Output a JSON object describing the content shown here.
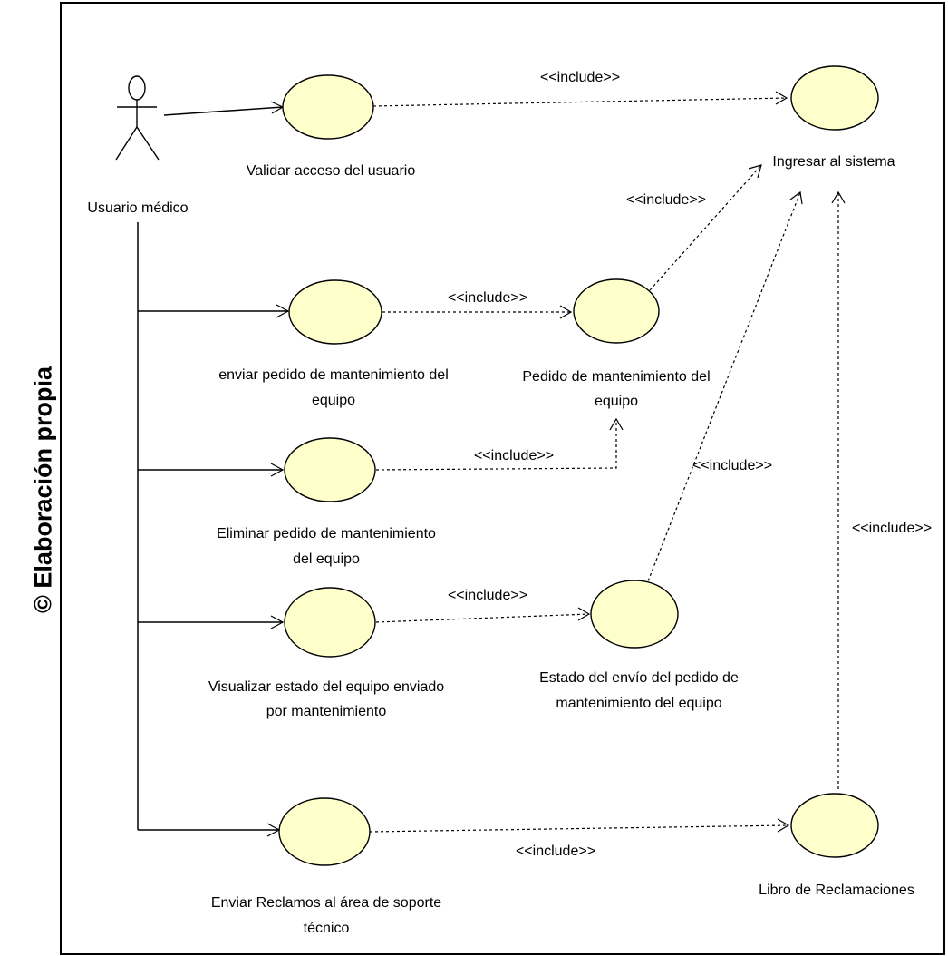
{
  "credit": "© Elaboración propia",
  "actor": {
    "name": "Usuario médico",
    "icon": "stick-figure-icon"
  },
  "use_cases": [
    {
      "id": "validar",
      "label": [
        "Validar acceso del usuario"
      ]
    },
    {
      "id": "ingresar",
      "label": [
        "Ingresar al sistema"
      ]
    },
    {
      "id": "enviar",
      "label": [
        "enviar pedido de mantenimiento del",
        "equipo"
      ]
    },
    {
      "id": "pedido",
      "label": [
        "Pedido de mantenimiento del",
        "equipo"
      ]
    },
    {
      "id": "eliminar",
      "label": [
        "Eliminar pedido de mantenimiento",
        "del equipo"
      ]
    },
    {
      "id": "visualizar",
      "label": [
        "Visualizar estado del equipo enviado",
        "por mantenimiento"
      ]
    },
    {
      "id": "estado",
      "label": [
        "Estado del envío del pedido de",
        "mantenimiento del equipo"
      ]
    },
    {
      "id": "reclamos",
      "label": [
        "Enviar Reclamos al área de soporte",
        "técnico"
      ]
    },
    {
      "id": "libro",
      "label": [
        "Libro de Reclamaciones"
      ]
    }
  ],
  "relations": [
    {
      "from": "validar",
      "to": "ingresar",
      "stereotype": "<<include>>"
    },
    {
      "from": "pedido",
      "to": "ingresar",
      "stereotype": "<<include>>"
    },
    {
      "from": "enviar",
      "to": "pedido",
      "stereotype": "<<include>>"
    },
    {
      "from": "eliminar",
      "to": "pedido",
      "stereotype": "<<include>>"
    },
    {
      "from": "estado",
      "to": "ingresar",
      "stereotype": "<<include>>"
    },
    {
      "from": "visualizar",
      "to": "estado",
      "stereotype": "<<include>>"
    },
    {
      "from": "libro",
      "to": "ingresar",
      "stereotype": "<<include>>"
    },
    {
      "from": "reclamos",
      "to": "libro",
      "stereotype": "<<include>>"
    }
  ]
}
